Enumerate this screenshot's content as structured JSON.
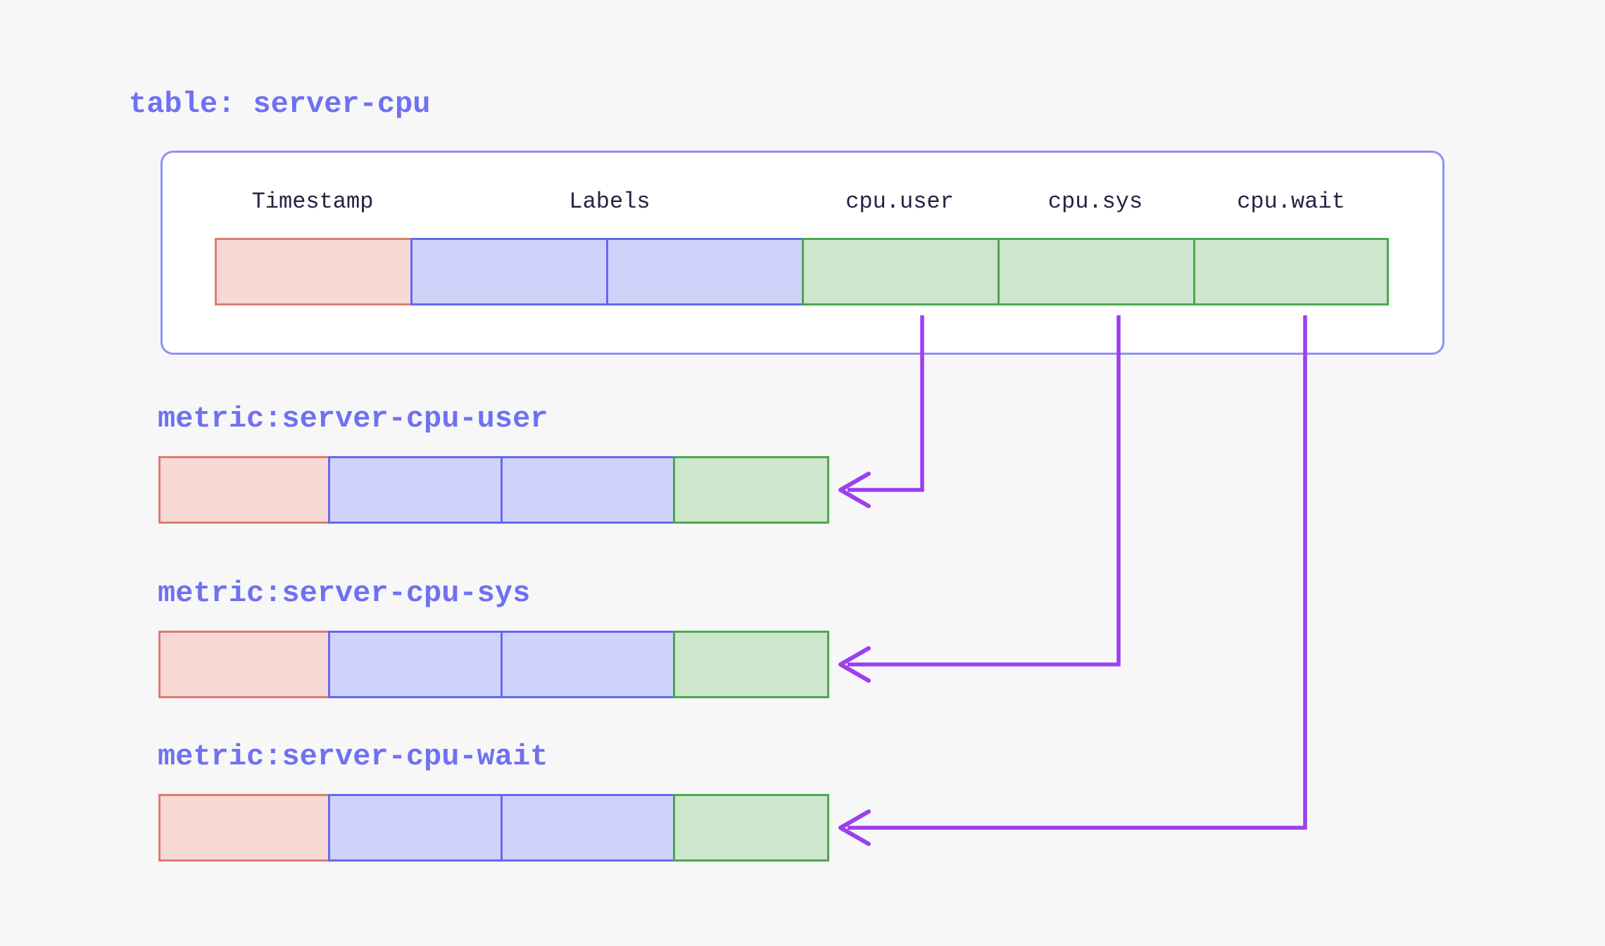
{
  "colors": {
    "background": "#f7f7f8",
    "panel": "#ffffff",
    "panel_border": "#8f91f5",
    "heading": "#6f71f2",
    "column_text": "#2b2144",
    "timestamp_fill": "#f6d8d5",
    "timestamp_border": "#df7b72",
    "labels_fill": "#cfd3f9",
    "labels_border": "#6468ef",
    "value_fill": "#cde6cc",
    "value_border": "#4aa84e",
    "arrow": "#9c3fee"
  },
  "table": {
    "title": "table: server-cpu",
    "columns": [
      "Timestamp",
      "Labels",
      "cpu.user",
      "cpu.sys",
      "cpu.wait"
    ]
  },
  "metrics": [
    {
      "title": "metric:server-cpu-user"
    },
    {
      "title": "metric:server-cpu-sys"
    },
    {
      "title": "metric:server-cpu-wait"
    }
  ],
  "links": [
    {
      "from": "cpu.user",
      "to": "metric:server-cpu-user"
    },
    {
      "from": "cpu.sys",
      "to": "metric:server-cpu-sys"
    },
    {
      "from": "cpu.wait",
      "to": "metric:server-cpu-wait"
    }
  ]
}
